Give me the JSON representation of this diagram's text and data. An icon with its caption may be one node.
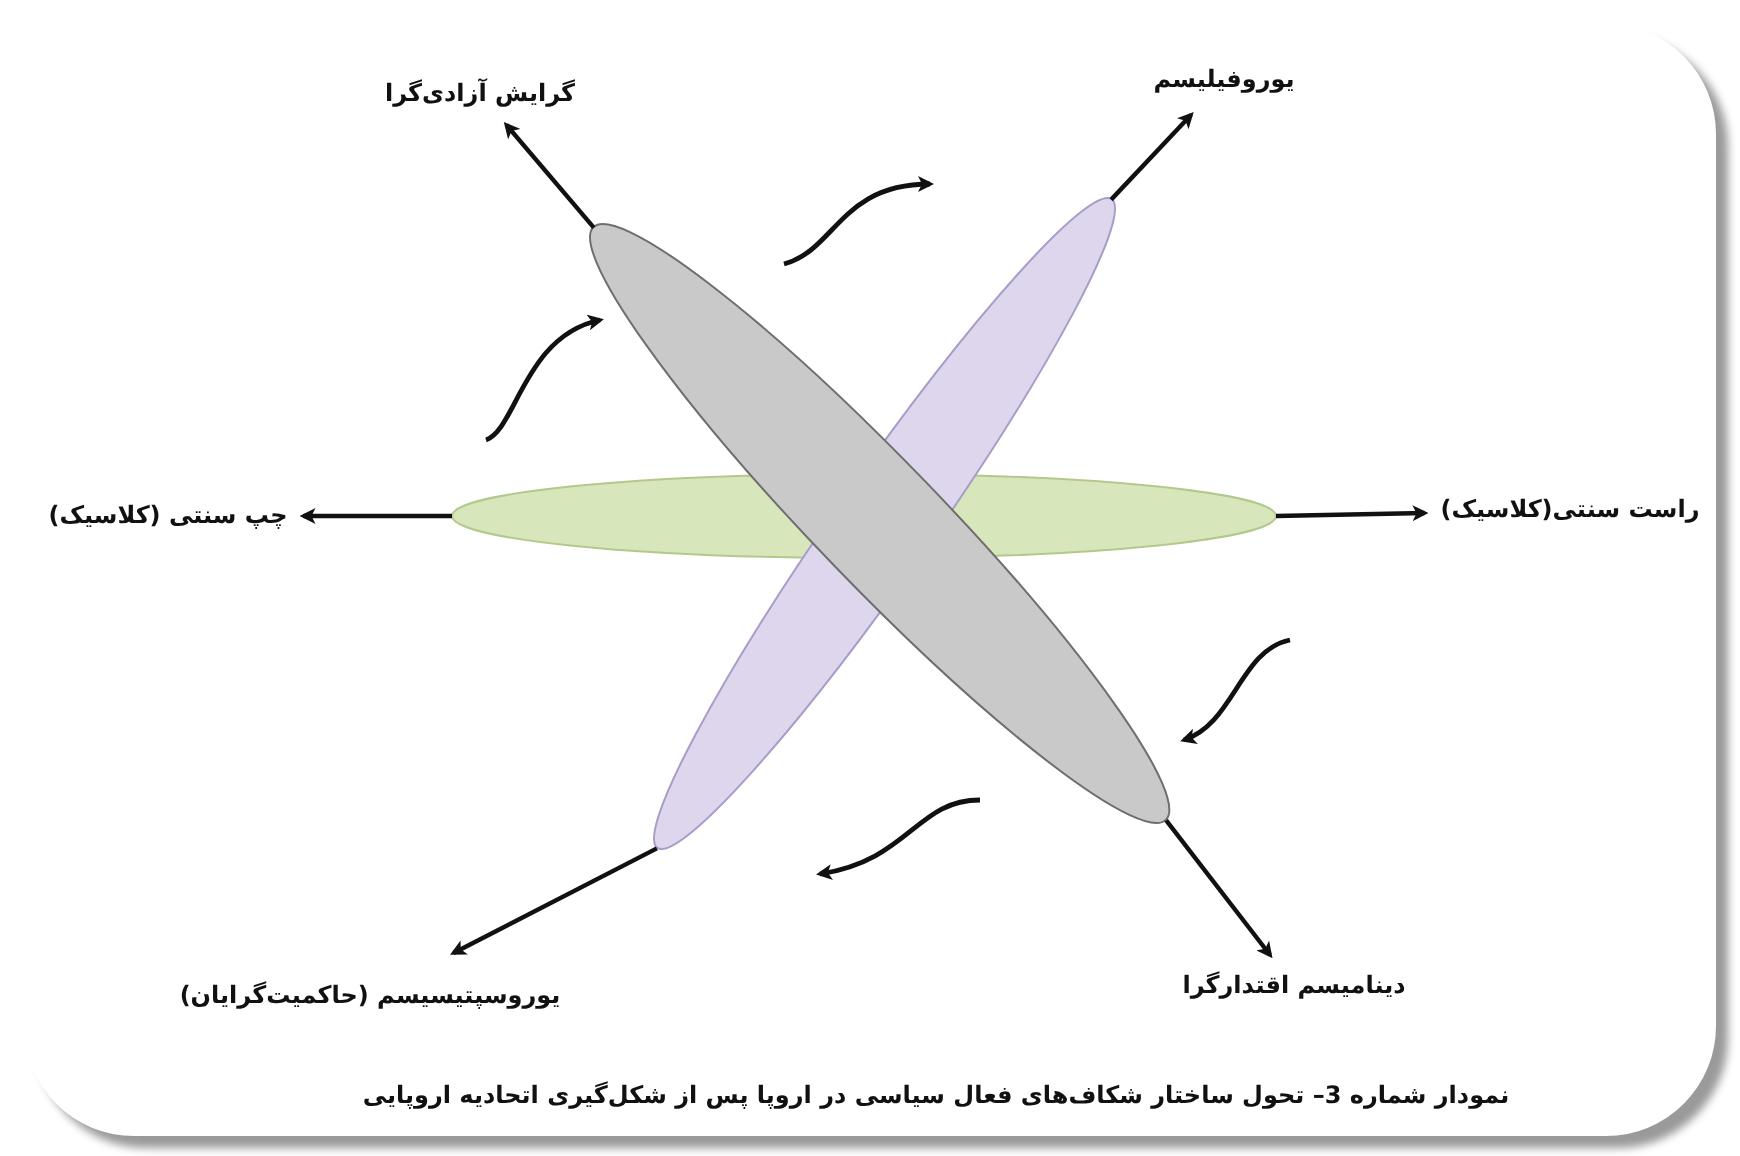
{
  "diagram": {
    "caption": "نمودار شماره 3– تحول ساختار شکاف‌های فعال سیاسی در اروپا پس از شکل‌گیری اتحادیه اروپایی",
    "nodes": [
      {
        "text": [
          "گرایش آزادی‌گرا"
        ]
      },
      {
        "text": [
          "یوروفیلیسم"
        ]
      },
      {
        "text": [],
        "shape": "ellipse"
      },
      {
        "text": [],
        "shape": "ellipse"
      },
      {
        "text": [
          "چپ سنتی (کلاسیک)"
        ]
      },
      {
        "text": [],
        "shape": "ellipse"
      },
      {
        "text": [
          "راست سنتی(کلاسیک)"
        ]
      },
      {
        "text": [
          "یوروسپتیسیسم (حاکمیت‌گرایان)"
        ]
      },
      {
        "text": [
          "دینامیسم اقتدارگرا"
        ]
      }
    ],
    "edges": [
      {
        "from": 2,
        "to": 0,
        "arrow": "to"
      },
      {
        "from": 3,
        "to": 1,
        "arrow": "to"
      },
      {
        "from": 5,
        "to": 4,
        "arrow": "to"
      },
      {
        "from": 5,
        "to": 6,
        "arrow": "to"
      },
      {
        "from": 3,
        "to": 7,
        "arrow": "to"
      },
      {
        "from": 2,
        "to": 8,
        "arrow": "to"
      }
    ]
  }
}
